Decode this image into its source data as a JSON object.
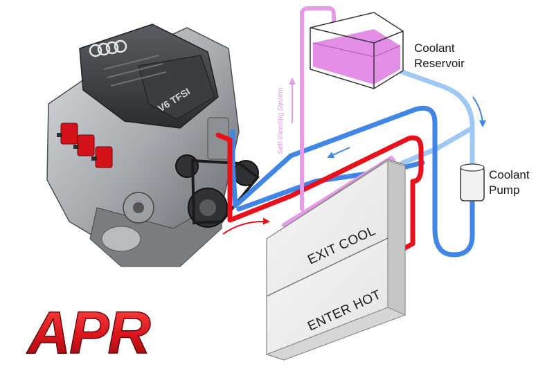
{
  "labels": {
    "coolant_reservoir": [
      "Coolant",
      "Reservoir"
    ],
    "coolant_pump": [
      "Coolant",
      "Pump"
    ],
    "self_bleeding": "Self-Bleeding System",
    "exit_cool": "EXIT COOL",
    "enter_hot": "ENTER HOT",
    "engine_badge": "V6 TFSI"
  },
  "logo": {
    "text": "APR"
  },
  "colors": {
    "hot": "#e8101a",
    "cool": "#3f86e6",
    "cool_light": "#9ec9f5",
    "bleed": "#e79ae9",
    "reservoir_fluid": "#e07ae3",
    "logo_red": "#d8141c"
  }
}
